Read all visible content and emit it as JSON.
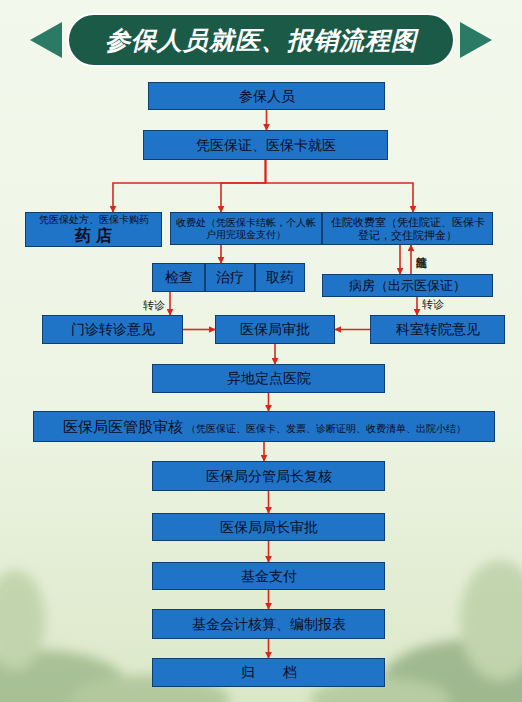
{
  "diagram": {
    "title": "参保人员就医、报销流程图",
    "nodes": [
      {
        "text": [
          "参保人员"
        ]
      },
      {
        "text": [
          "凭医保证、医保卡就医"
        ]
      },
      {
        "text": [
          "凭医保处方、医保卡购药",
          "药 店"
        ]
      },
      {
        "text": [
          "收费处（凭医保卡结帐，个人帐户用完现金支付）"
        ]
      },
      {
        "text": [
          "住院收费室（凭住院证、医保卡登记，交住院押金）"
        ]
      },
      {
        "text": [
          "检查"
        ]
      },
      {
        "text": [
          "治疗"
        ]
      },
      {
        "text": [
          "取药"
        ]
      },
      {
        "text": [
          "病房（出示医保证）"
        ]
      },
      {
        "text": [
          "门诊转诊意见"
        ]
      },
      {
        "text": [
          "医保局审批"
        ]
      },
      {
        "text": [
          "科室转院意见"
        ]
      },
      {
        "text": [
          "异地定点医院"
        ]
      },
      {
        "text": [
          "医保局医管股审核",
          "（凭医保证、医保卡、发票、诊断证明、收费清单、出院小结）"
        ]
      },
      {
        "text": [
          "医保局分管局长复核"
        ]
      },
      {
        "text": [
          "医保局局长审批"
        ]
      },
      {
        "text": [
          "基金支付"
        ]
      },
      {
        "text": [
          "基金会计核算、编制报表"
        ]
      },
      {
        "text": [
          "归　　档"
        ]
      }
    ],
    "edges": [
      {
        "from": 0,
        "to": 1,
        "arrow": "to"
      },
      {
        "from": 1,
        "to": 2,
        "arrow": "to"
      },
      {
        "from": 1,
        "to": 3,
        "arrow": "to"
      },
      {
        "from": 1,
        "to": 4,
        "arrow": "to"
      },
      {
        "from": 3,
        "to": 6,
        "arrow": "to"
      },
      {
        "from": 4,
        "to": 8,
        "arrow": "to"
      },
      {
        "from": 8,
        "to": 4,
        "label": "结算出院",
        "arrow": "to"
      },
      {
        "from": 5,
        "to": 9,
        "label": "转诊",
        "arrow": "to"
      },
      {
        "from": 9,
        "to": 10,
        "arrow": "to"
      },
      {
        "from": 8,
        "to": 11,
        "label": "转诊",
        "arrow": "to"
      },
      {
        "from": 11,
        "to": 10,
        "arrow": "to"
      },
      {
        "from": 10,
        "to": 12,
        "arrow": "to"
      },
      {
        "from": 12,
        "to": 13,
        "arrow": "to"
      },
      {
        "from": 13,
        "to": 14,
        "arrow": "to"
      },
      {
        "from": 14,
        "to": 15,
        "arrow": "to"
      },
      {
        "from": 15,
        "to": 16,
        "arrow": "to"
      },
      {
        "from": 16,
        "to": 17,
        "arrow": "to"
      },
      {
        "from": 17,
        "to": 18,
        "arrow": "to"
      }
    ]
  }
}
